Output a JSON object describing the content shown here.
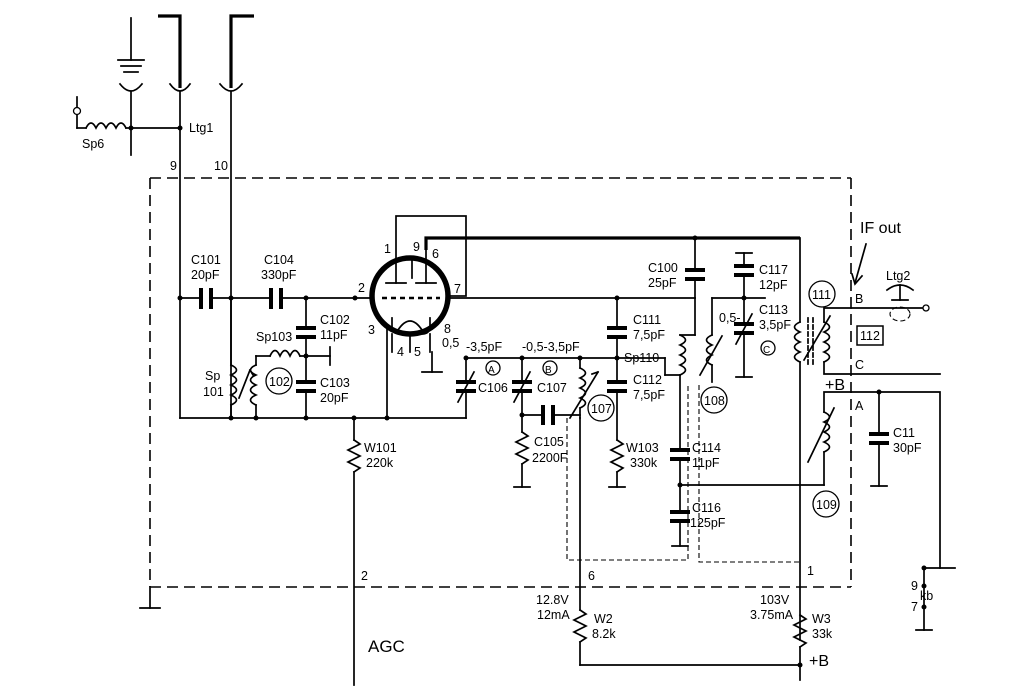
{
  "labels": {
    "sp6": "Sp6",
    "ltg1": "Ltg1",
    "pin9_top": "9",
    "pin10_top": "10",
    "c101_name": "C101",
    "c101_val": "20pF",
    "c104_name": "C104",
    "c104_val": "330pF",
    "c102_name": "C102",
    "c102_val": "11pF",
    "c103_name": "C103",
    "c103_val": "20pF",
    "sp103": "Sp103",
    "sp101_a": "Sp",
    "sp101_b": "101",
    "coil102": "102",
    "w101_name": "W101",
    "w101_val": "220k",
    "tube_pin1": "1",
    "tube_pin9": "9",
    "tube_pin6": "6",
    "tube_pin2": "2",
    "tube_pin7": "7",
    "tube_pin3": "3",
    "tube_pin4": "4",
    "tube_pin5": "5",
    "tube_pin8": "8",
    "tube_val05": "0,5",
    "c106_range": "-3,5pF",
    "c106_name": "C106",
    "c107_range": "-0,5-3,5pF",
    "c107_name": "C107",
    "mark_a": "A",
    "mark_b": "B",
    "mark_c": "C",
    "c105_name": "C105",
    "c105_val": "2200F",
    "c111_name": "C111",
    "c111_val": "7,5pF",
    "c112_name": "C112",
    "c112_val": "7,5pF",
    "sp110": "Sp110",
    "w103_name": "W103",
    "w103_val": "330k",
    "coil107": "107",
    "c100_name": "C100",
    "c100_val": "25pF",
    "c117_name": "C117",
    "c117_val": "12pF",
    "c113_range": "0,5-",
    "c113_name": "C113",
    "c113_val": "3,5pF",
    "coil108": "108",
    "c114_name": "C114",
    "c114_val": "11pF",
    "c116_name": "C116",
    "c116_val": "125pF",
    "coil109": "109",
    "if_out": "IF out",
    "ltg2": "Ltg2",
    "term_b": "B",
    "term_c": "C",
    "term_a": "A",
    "plus_b_mid": "+B",
    "plus_b_bot": "+B",
    "box112": "112",
    "coil111": "111",
    "c11_name": "C11",
    "c11_val": "30pF",
    "pin2_bot": "2",
    "pin6_bot": "6",
    "pin1_bot": "1",
    "v128": "12.8V",
    "ma12": "12mA",
    "w2_name": "W2",
    "w2_val": "8.2k",
    "v103": "103V",
    "ma375": "3.75mA",
    "w3_name": "W3",
    "w3_val": "33k",
    "kb9": "9",
    "kb": "kb",
    "kb7": "7",
    "agc": "AGC"
  }
}
